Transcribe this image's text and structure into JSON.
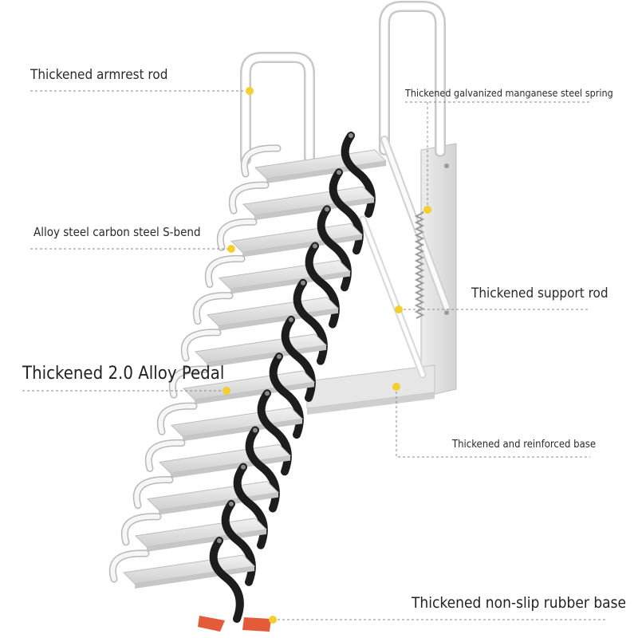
{
  "labels": {
    "armrest": "Thickened armrest rod",
    "spring": "Thickened galvanized manganese steel spring",
    "sbend": "Alloy steel carbon steel S-bend",
    "support": "Thickened support rod",
    "pedal": "Thickened 2.0 Alloy Pedal",
    "base": "Thickened and reinforced base",
    "rubber": "Thickened non-slip rubber base"
  },
  "colors": {
    "leader": "#8a8a8a",
    "marker": "#f2cf2e",
    "frame": "#f4f4f4",
    "pedal": "#e2e2e2",
    "black_link": "#1d1d1d",
    "foot": "#e45b3a"
  },
  "step_count": 12
}
